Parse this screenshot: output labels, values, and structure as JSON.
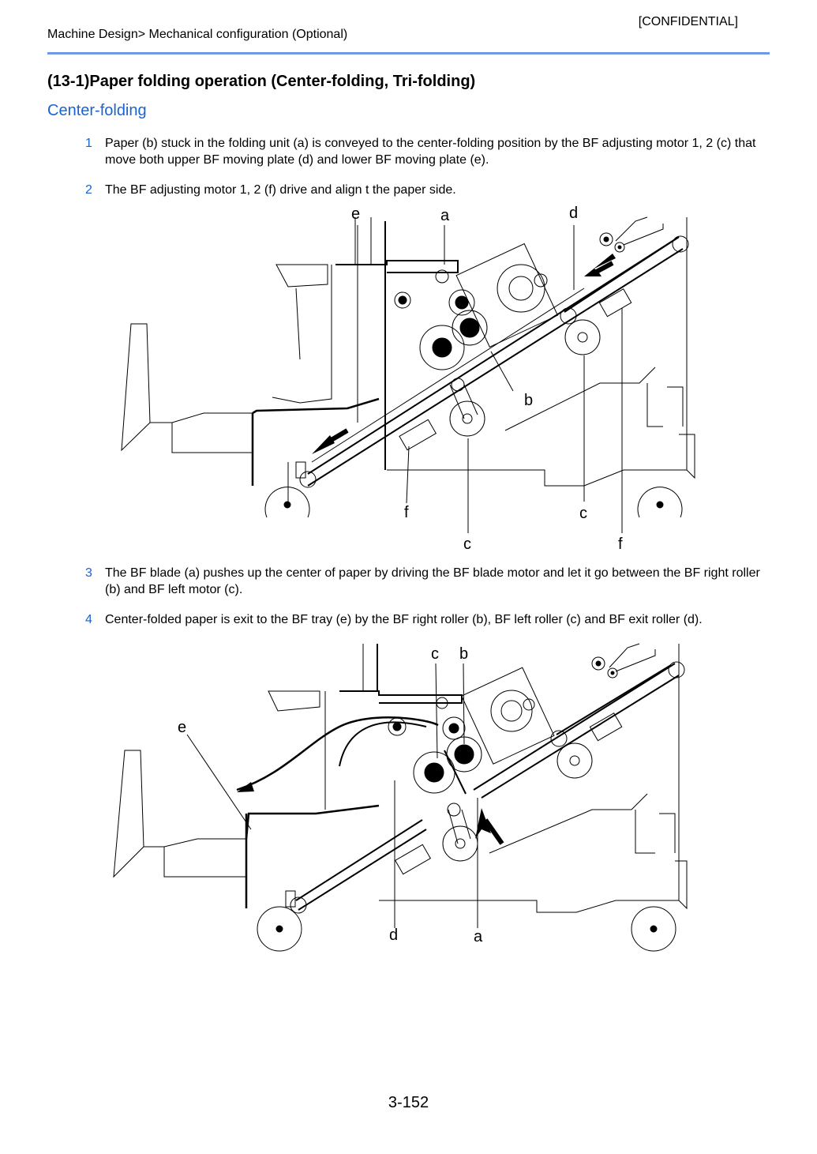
{
  "header": {
    "confidential": "[CONFIDENTIAL]",
    "breadcrumb": "Machine Design> Mechanical configuration (Optional)"
  },
  "section": {
    "title": "(13-1)Paper folding operation (Center-folding, Tri-folding)",
    "subtitle": "Center-folding"
  },
  "steps": [
    {
      "num": "1",
      "text": "Paper (b) stuck in the folding unit (a) is conveyed to the center-folding position by the BF adjusting motor 1, 2 (c) that move both upper BF moving plate (d) and lower BF moving plate (e)."
    },
    {
      "num": "2",
      "text": "The BF adjusting motor 1, 2 (f) drive and align t the paper side."
    },
    {
      "num": "3",
      "text": "The BF blade (a) pushes up the center of paper by driving the BF blade motor and let it go between the BF right roller (b) and BF left motor (c)."
    },
    {
      "num": "4",
      "text": "Center-folded paper is exit to the BF tray (e) by the BF right roller (b), BF left roller (c) and BF exit roller (d)."
    }
  ],
  "figure1": {
    "labels": {
      "e": "e",
      "a": "a",
      "d": "d",
      "b": "b",
      "f1": "f",
      "c1": "c",
      "c2": "c",
      "f2": "f"
    }
  },
  "figure2": {
    "labels": {
      "c": "c",
      "b": "b",
      "e": "e",
      "d": "d",
      "a": "a"
    }
  },
  "footer": {
    "page": "3-152"
  },
  "colors": {
    "accent": "#1a63d1",
    "rule": "#6f98e6"
  }
}
